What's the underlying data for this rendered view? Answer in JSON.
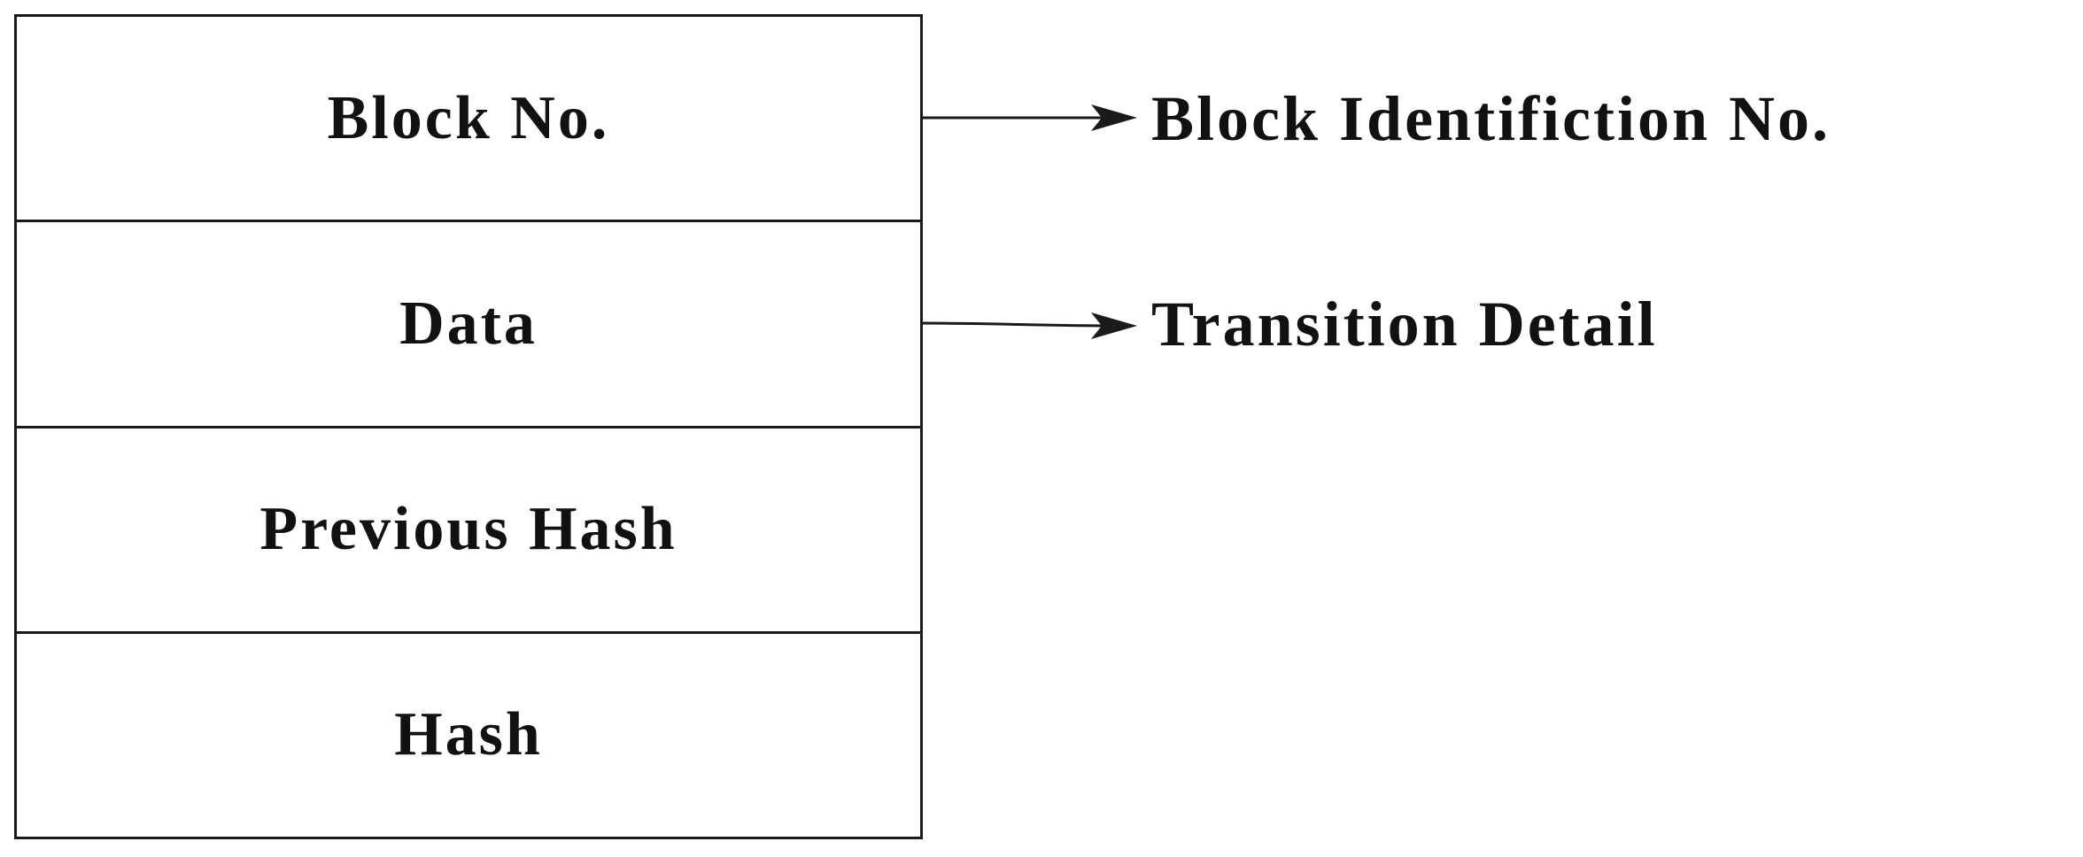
{
  "block_fields": [
    {
      "label": "Block No."
    },
    {
      "label": "Data"
    },
    {
      "label": "Previous Hash"
    },
    {
      "label": "Hash"
    }
  ],
  "annotations": [
    {
      "from_field": "Block No.",
      "label": "Block Identifiction No."
    },
    {
      "from_field": "Data",
      "label": "Transition Detail"
    }
  ],
  "colors": {
    "line": "#1a1a1a",
    "text": "#111111",
    "background": "#ffffff"
  }
}
